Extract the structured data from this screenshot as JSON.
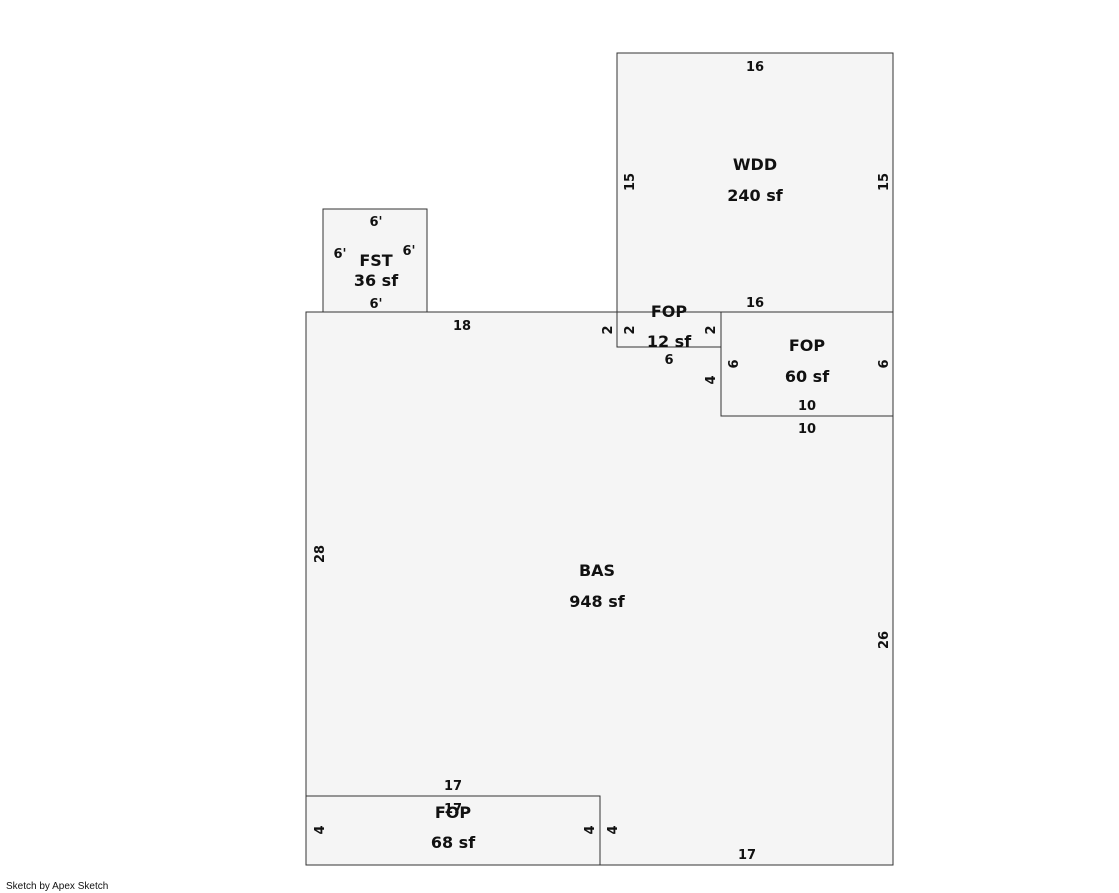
{
  "areas": {
    "wdd": {
      "code": "WDD",
      "area": "240 sf",
      "top": "16",
      "left": "15",
      "right": "15",
      "bottom": "16"
    },
    "fst": {
      "code": "FST",
      "area": "36 sf",
      "top": "6'",
      "left": "6'",
      "right": "6'",
      "bottom": "6'"
    },
    "fop12": {
      "code": "FOP",
      "area": "12 sf",
      "left": "2",
      "right": "2",
      "bottom": "6",
      "outer_left": "2"
    },
    "fop60": {
      "code": "FOP",
      "area": "60 sf",
      "left": "6",
      "right": "6",
      "bottom": "10"
    },
    "bas": {
      "code": "BAS",
      "area": "948 sf",
      "top": "18",
      "left": "28",
      "right": "26",
      "bottom": "17",
      "notch_v": "4",
      "notch_h": "10"
    },
    "fop68": {
      "code": "FOP",
      "area": "68 sf",
      "top": "17",
      "top_inner": "17",
      "left": "4",
      "right": "4",
      "right_outer": "4"
    }
  },
  "footer": {
    "credit": "Sketch by Apex Sketch"
  }
}
